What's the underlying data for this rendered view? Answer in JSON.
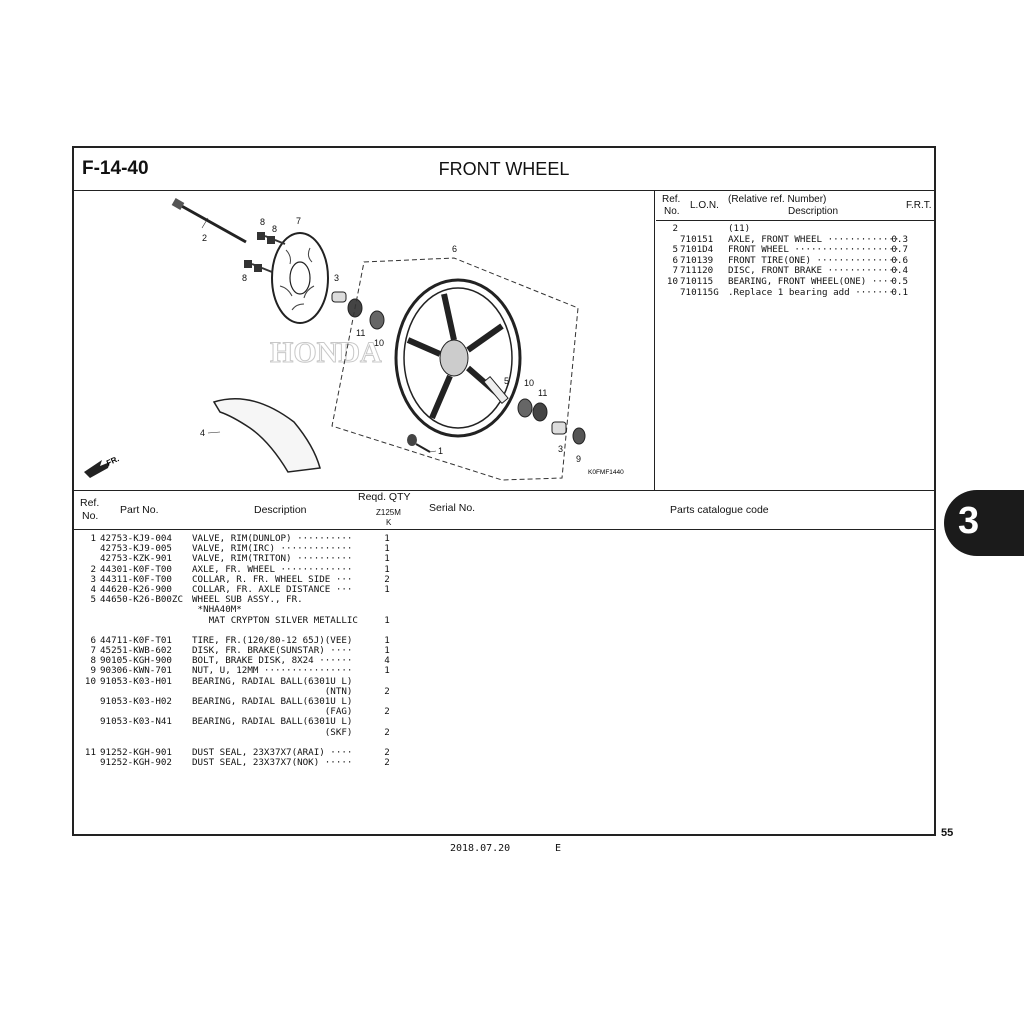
{
  "header": {
    "figure_no": "F-14-40",
    "title": "FRONT WHEEL"
  },
  "diagram": {
    "code": "K0FMF1440",
    "direction_label": "FR.",
    "watermark": "HONDA",
    "callouts": [
      "1",
      "2",
      "3",
      "3",
      "4",
      "5",
      "6",
      "7",
      "8",
      "8",
      "8",
      "9",
      "10",
      "10",
      "11",
      "11"
    ]
  },
  "ref_table": {
    "headers": {
      "ref": "Ref.",
      "no": "No.",
      "lon": "L.O.N.",
      "rel": "(Relative ref. Number)",
      "desc": "Description",
      "frt": "F.R.T."
    },
    "rows": [
      {
        "ref": "2",
        "lon": "",
        "desc": "(11)",
        "frt": ""
      },
      {
        "ref": "",
        "lon": "710151",
        "desc": "AXLE, FRONT WHEEL ·············",
        "frt": "0.3"
      },
      {
        "ref": "5",
        "lon": "7101D4",
        "desc": "FRONT WHEEL ···················",
        "frt": "0.7"
      },
      {
        "ref": "6",
        "lon": "710139",
        "desc": "FRONT TIRE(ONE) ···············",
        "frt": "0.6"
      },
      {
        "ref": "7",
        "lon": "711120",
        "desc": "DISC, FRONT BRAKE ·············",
        "frt": "0.4"
      },
      {
        "ref": "10",
        "lon": "710115",
        "desc": "BEARING, FRONT WHEEL(ONE) ····",
        "frt": "0.5"
      },
      {
        "ref": "",
        "lon": "710115G",
        "desc": ".Replace 1 bearing add ·······",
        "frt": "0.1"
      }
    ]
  },
  "parts_header": {
    "ref": "Ref.",
    "no": "No.",
    "part_no": "Part No.",
    "description": "Description",
    "reqd_qty": "Reqd. QTY",
    "model": "Z125M",
    "model_sub": "K",
    "serial": "Serial No.",
    "catalogue": "Parts catalogue code"
  },
  "parts": [
    {
      "ref": "1",
      "part": "42753-KJ9-004",
      "desc": "VALVE, RIM(DUNLOP) ··········",
      "qty": "1"
    },
    {
      "ref": "",
      "part": "42753-KJ9-005",
      "desc": "VALVE, RIM(IRC) ·············",
      "qty": "1"
    },
    {
      "ref": "",
      "part": "42753-KZK-901",
      "desc": "VALVE, RIM(TRITON) ··········",
      "qty": "1"
    },
    {
      "ref": "2",
      "part": "44301-K0F-T00",
      "desc": "AXLE, FR. WHEEL ·············",
      "qty": "1"
    },
    {
      "ref": "3",
      "part": "44311-K0F-T00",
      "desc": "COLLAR, R. FR. WHEEL SIDE ···",
      "qty": "2"
    },
    {
      "ref": "4",
      "part": "44620-K26-900",
      "desc": "COLLAR, FR. AXLE DISTANCE ···",
      "qty": "1"
    },
    {
      "ref": "5",
      "part": "44650-K26-B00ZC",
      "desc": "WHEEL SUB ASSY., FR.",
      "qty": ""
    },
    {
      "ref": "",
      "part": "",
      "desc": " *NHA40M*",
      "qty": ""
    },
    {
      "ref": "",
      "part": "",
      "desc": "   MAT CRYPTON SILVER METALLIC",
      "qty": "1"
    },
    {
      "ref": "",
      "part": "",
      "desc": "",
      "qty": ""
    },
    {
      "ref": "6",
      "part": "44711-K0F-T01",
      "desc": "TIRE, FR.(120/80-12 65J)(VEE)",
      "qty": "1"
    },
    {
      "ref": "7",
      "part": "45251-KWB-602",
      "desc": "DISK, FR. BRAKE(SUNSTAR) ····",
      "qty": "1"
    },
    {
      "ref": "8",
      "part": "90105-KGH-900",
      "desc": "BOLT, BRAKE DISK, 8X24 ······",
      "qty": "4"
    },
    {
      "ref": "9",
      "part": "90306-KWN-701",
      "desc": "NUT, U, 12MM ················",
      "qty": "1"
    },
    {
      "ref": "10",
      "part": "91053-K03-H01",
      "desc": "BEARING, RADIAL BALL(6301U L)",
      "qty": ""
    },
    {
      "ref": "",
      "part": "",
      "desc": "                        (NTN)",
      "qty": "2"
    },
    {
      "ref": "",
      "part": "91053-K03-H02",
      "desc": "BEARING, RADIAL BALL(6301U L)",
      "qty": ""
    },
    {
      "ref": "",
      "part": "",
      "desc": "                        (FAG)",
      "qty": "2"
    },
    {
      "ref": "",
      "part": "91053-K03-N41",
      "desc": "BEARING, RADIAL BALL(6301U L)",
      "qty": ""
    },
    {
      "ref": "",
      "part": "",
      "desc": "                        (SKF)",
      "qty": "2"
    },
    {
      "ref": "",
      "part": "",
      "desc": "",
      "qty": ""
    },
    {
      "ref": "11",
      "part": "91252-KGH-901",
      "desc": "DUST SEAL, 23X37X7(ARAI) ····",
      "qty": "2"
    },
    {
      "ref": "",
      "part": "91252-KGH-902",
      "desc": "DUST SEAL, 23X37X7(NOK) ·····",
      "qty": "2"
    }
  ],
  "section_tab": "3",
  "page_number": "55",
  "footer": {
    "date": "2018.07.20",
    "code": "E"
  }
}
